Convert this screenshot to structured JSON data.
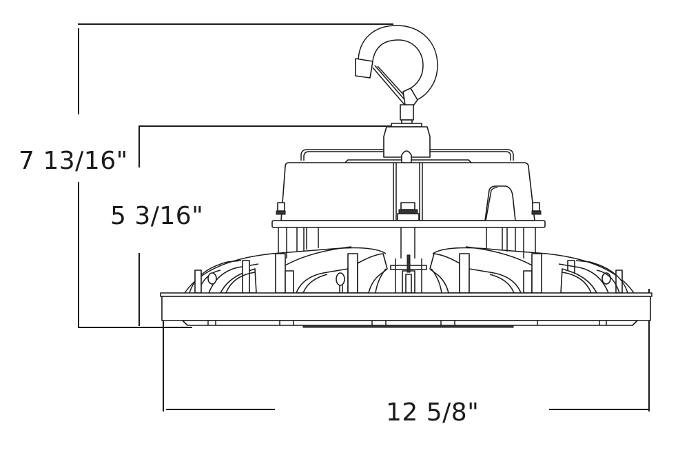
{
  "drawing": {
    "subject": "UFO high bay LED fixture with hook mount - side elevation",
    "dimensions": {
      "overall_height": {
        "label": "7 13/16\"",
        "inches": 7.8125
      },
      "body_height": {
        "label": "5 3/16\"",
        "inches": 5.1875
      },
      "width": {
        "label": "12 5/8\"",
        "inches": 12.625
      }
    },
    "colors": {
      "line": "#1a1a1a",
      "background": "#ffffff"
    }
  }
}
